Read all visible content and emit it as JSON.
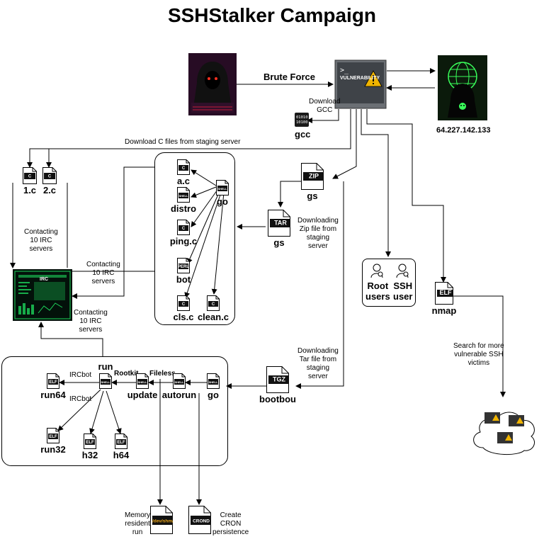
{
  "title": "SSHStalker Campaign",
  "attacker": {
    "label": "Brute Force"
  },
  "vulnerability": {
    "badge": "VULNERABILITY"
  },
  "c2": {
    "ip": "64.227.142.133"
  },
  "gcc": {
    "note": "Download\nGCC",
    "label": "gcc",
    "bits": "01010\n10100"
  },
  "notes": {
    "download_c": "Download C files from staging server",
    "contact_irc_1": "Contacting\n10 IRC\nservers",
    "contact_irc_2": "Contacting\n10 IRC\nservers",
    "contact_irc_3": "Contacting\n10 IRC\nservers",
    "download_zip": "Downloading\nZip file from\nstaging\nserver",
    "download_tar": "Downloading\nTar file from\nstaging\nserver",
    "search_ssh": "Search for more\nvulnerable SSH\nvictims",
    "memory": "Memory\nresident\nrun",
    "cron": "Create\nCRON\npersistence"
  },
  "files": {
    "c1": {
      "tag": "C",
      "label": "1.c"
    },
    "c2": {
      "tag": "C",
      "label": "2.c"
    },
    "ac": {
      "tag": "C",
      "label": "a.c"
    },
    "distro": {
      "tag": "SHELL",
      "label": "distro"
    },
    "go1": {
      "tag": "SHELL",
      "label": "go"
    },
    "pingc": {
      "tag": "C",
      "label": "ping.c"
    },
    "bot": {
      "tag": "PERL",
      "label": "bot"
    },
    "clsc": {
      "tag": "C",
      "label": "cls.c"
    },
    "cleanc": {
      "tag": "C",
      "label": "clean.c"
    },
    "zip": {
      "tag": "ZIP",
      "label": "gs"
    },
    "tar": {
      "tag": "TAR",
      "label": "gs"
    },
    "tgz": {
      "tag": "TGZ",
      "label": "bootbou"
    },
    "nmap": {
      "tag": "ELF",
      "label": "nmap"
    },
    "run": {
      "tag": "SHELL",
      "label": "run"
    },
    "update": {
      "tag": "SHELL",
      "label": "update"
    },
    "autorun": {
      "tag": "SHELL",
      "label": "autorun"
    },
    "go2": {
      "tag": "SHELL",
      "label": "go"
    },
    "run64": {
      "tag": "ELF",
      "label": "run64"
    },
    "run32": {
      "tag": "ELF",
      "label": "run32"
    },
    "h32": {
      "tag": "ELF",
      "label": "h32"
    },
    "h64": {
      "tag": "ELF",
      "label": "h64"
    },
    "devshm": {
      "tag": "/dev/shm/",
      "label": ""
    },
    "crond": {
      "tag": "CROND",
      "label": ""
    }
  },
  "edges": {
    "ircbot1": "IRCbot",
    "ircbot2": "IRCbot",
    "rootkit": "Rootkit",
    "fileless": "Fileless"
  },
  "users": {
    "root": "Root\nusers",
    "ssh": "SSH\nuser"
  },
  "irc_panel": {
    "label": "IRC"
  },
  "colors": {
    "line": "#000000",
    "file_dark": "#111111",
    "file_green": "#1ea34a",
    "accent": "#e8a317"
  }
}
